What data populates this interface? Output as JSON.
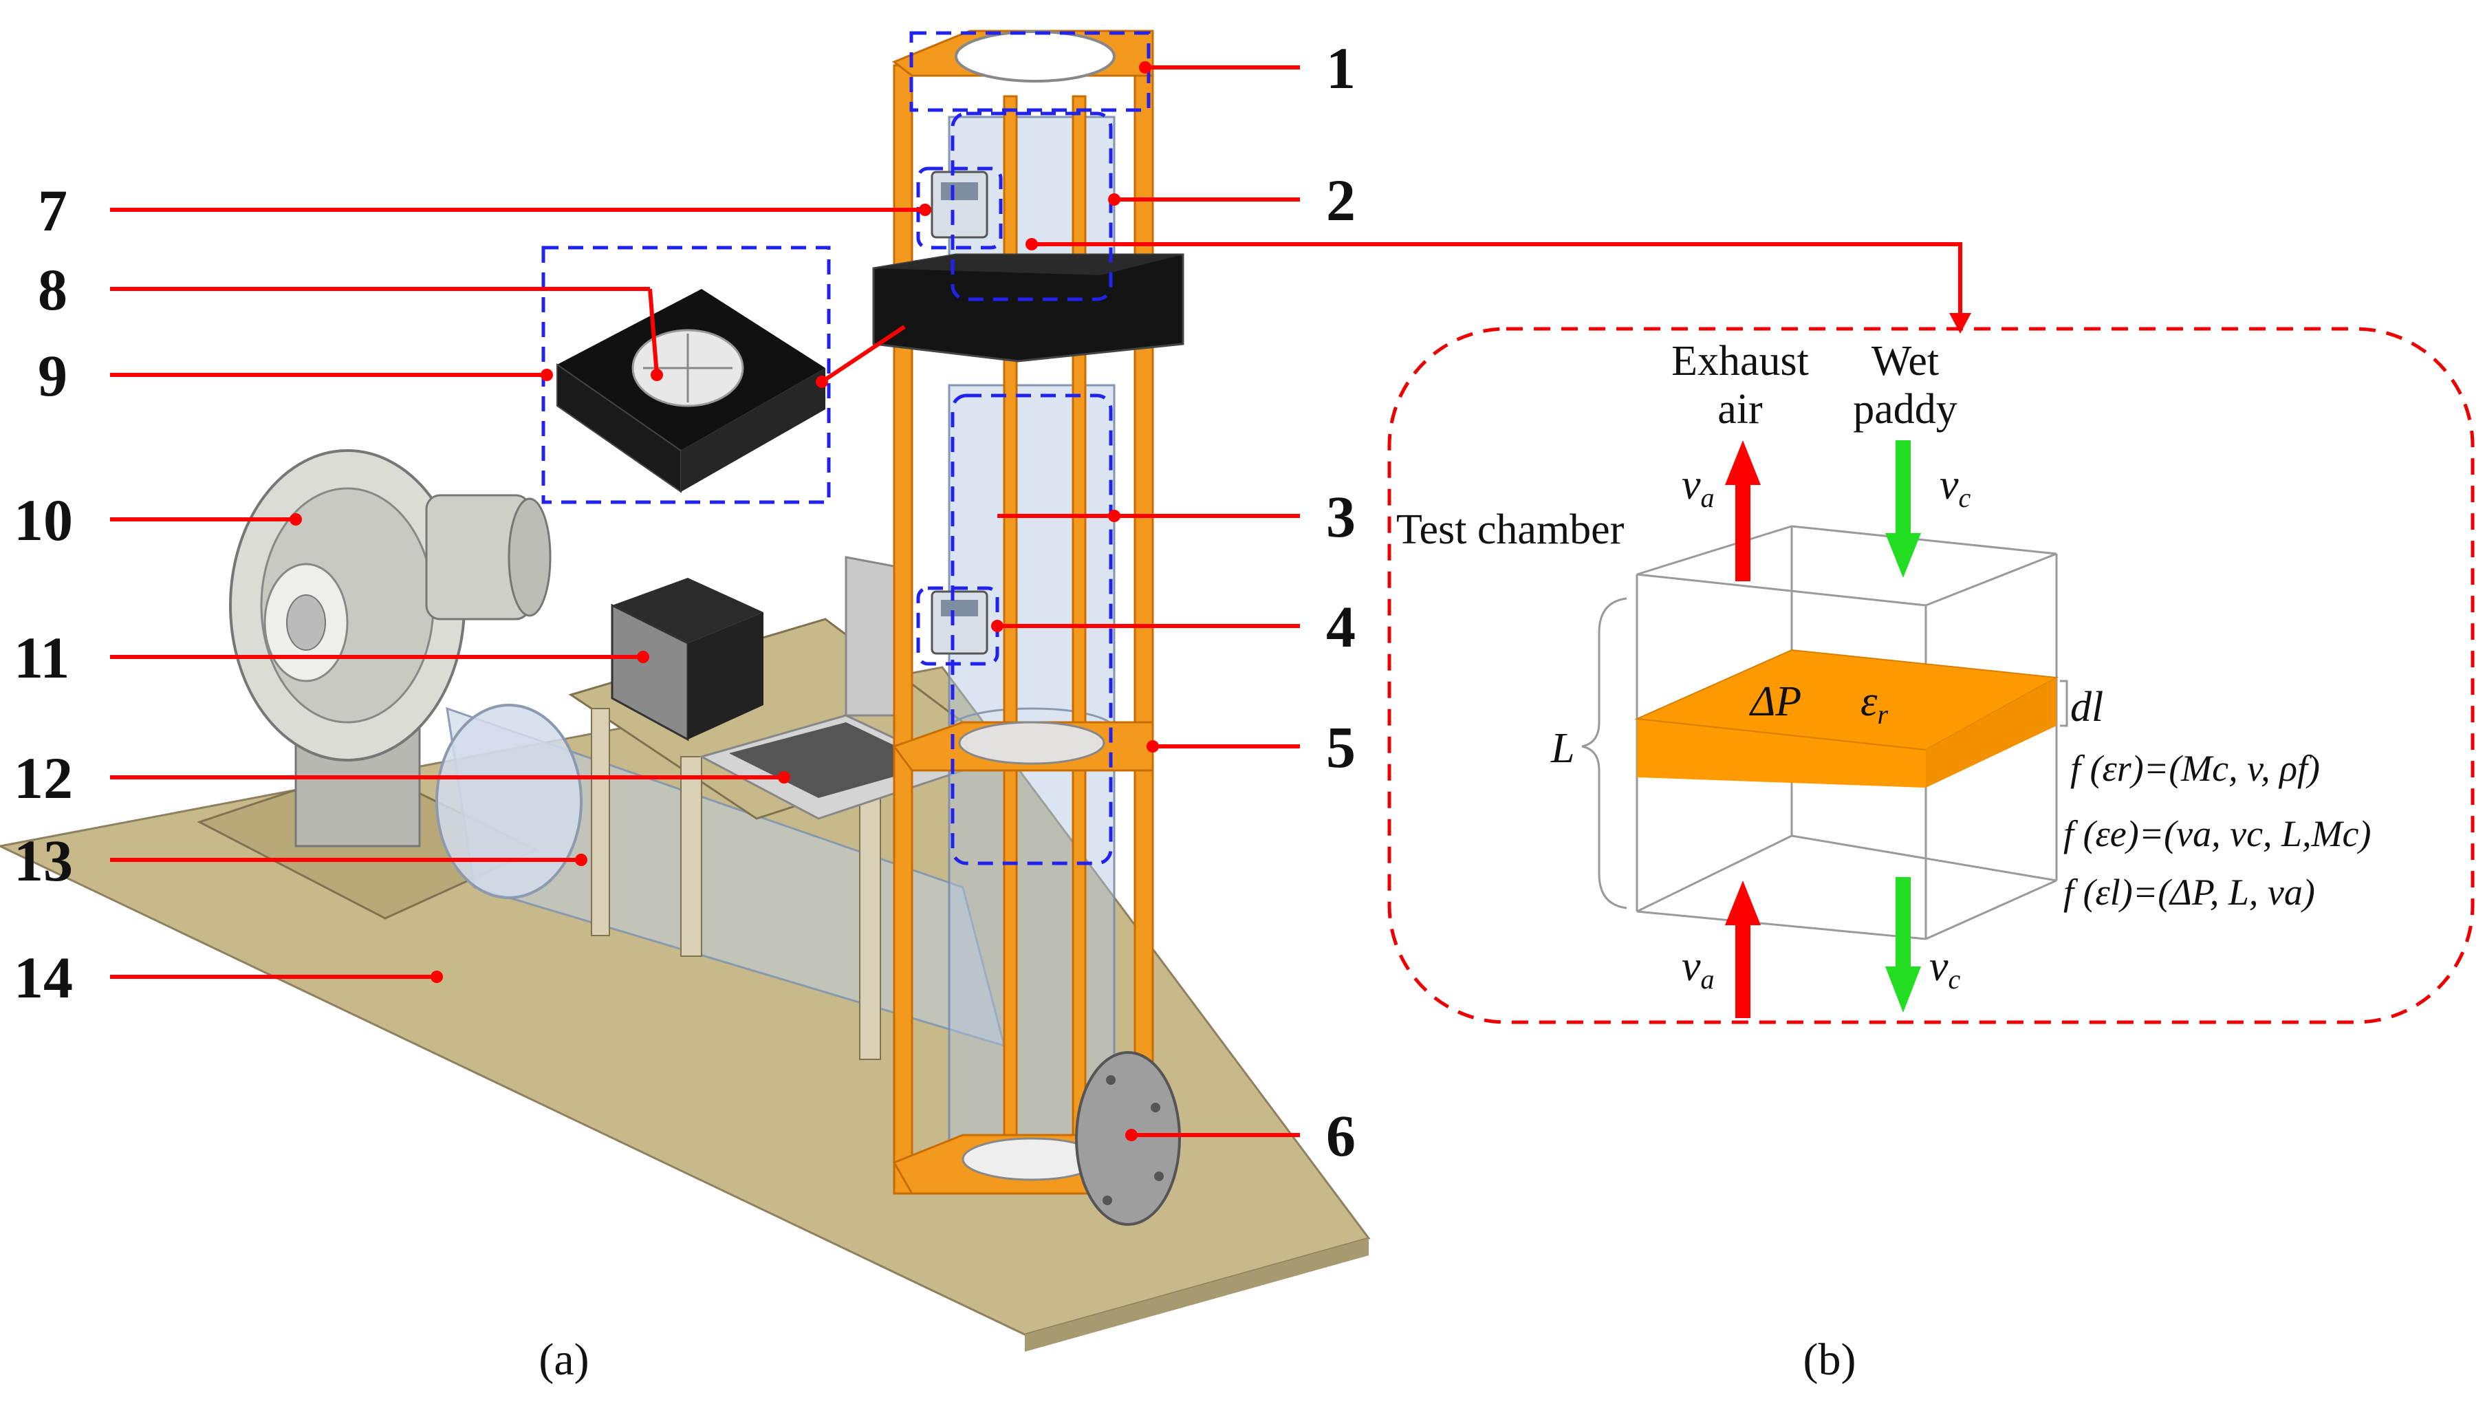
{
  "panel_a": {
    "caption": "(a)",
    "component_numbers": [
      "1",
      "2",
      "3",
      "4",
      "5",
      "6",
      "7",
      "8",
      "9",
      "10",
      "11",
      "12",
      "13",
      "14"
    ]
  },
  "panel_b": {
    "caption": "(b)",
    "exhaust_line1": "Exhaust",
    "exhaust_line2": "air",
    "wet_line1": "Wet",
    "wet_line2": "paddy",
    "test_chamber": "Test chamber",
    "L": "L",
    "dl": "dl",
    "v": "v",
    "sub_a": "a",
    "sub_c": "c",
    "dP": "ΔP",
    "eps": "ε",
    "sub_r": "r",
    "eq1": "f (εr)=(Mc, v, ρf)",
    "eq2": "f (εe)=(va, vc, L,Mc)",
    "eq3": "f (εl)=(ΔP, L, va)"
  },
  "colors": {
    "leader": "#ff0000",
    "frame_orange": "#f39a1e",
    "air_arrow": "#ff0000",
    "paddy_arrow": "#22dd22",
    "layer_orange": "#ff9900",
    "dashed_blue": "#2222ee"
  }
}
